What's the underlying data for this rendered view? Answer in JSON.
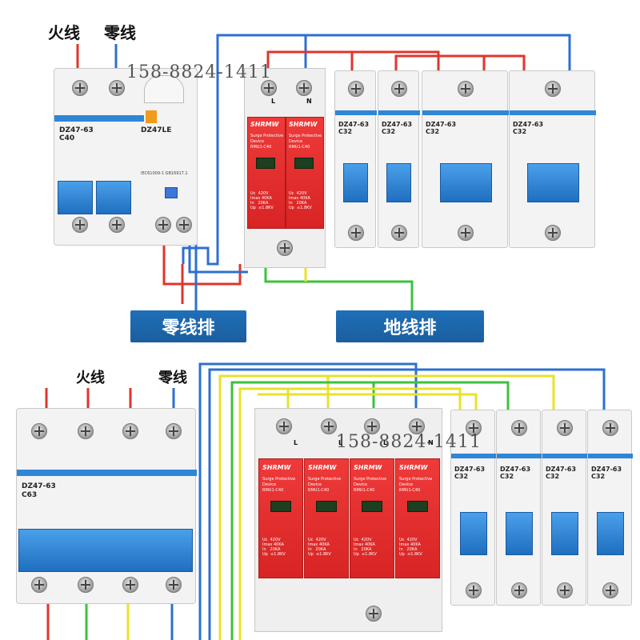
{
  "top": {
    "labels": {
      "live": "火线",
      "neutral": "零线"
    },
    "rcbo": {
      "model": "DZ47-63",
      "rating": "C40",
      "brand": "DZ47LE",
      "std": "IEC61009-1 GB16917.1"
    },
    "spd": {
      "pole_labels": [
        "L",
        "N"
      ],
      "brand": "SHRMW",
      "desc1": "Surge Protective",
      "desc2": "Device",
      "model": "RMU1-C40",
      "specs": "Uc  420V\nImax 40KA\nIn   20KA\nUp  ≤1.8KV"
    },
    "breakers": [
      {
        "model": "DZ47-63",
        "rating": "C32"
      },
      {
        "model": "DZ47-63",
        "rating": "C32"
      },
      {
        "model": "DZ47-63",
        "rating": "C32"
      },
      {
        "model": "DZ47-63",
        "rating": "C32"
      }
    ],
    "bus_labels": {
      "neutral_bar": "零线排",
      "ground_bar": "地线排"
    }
  },
  "bottom": {
    "labels": {
      "live": "火线",
      "neutral": "零线"
    },
    "main_breaker": {
      "model": "DZ47-63",
      "rating": "C63"
    },
    "spd": {
      "pole_labels": [
        "L",
        "L",
        "L",
        "N"
      ],
      "brand": "SHRMW",
      "desc1": "Surge Protective",
      "desc2": "Device",
      "model": "RMU1-C40",
      "specs": "Uc  420V\nImax 40KA\nIn   20KA\nUp  ≤1.8KV"
    },
    "breakers": [
      {
        "model": "DZ47-63",
        "rating": "C32"
      },
      {
        "model": "DZ47-63",
        "rating": "C32"
      },
      {
        "model": "DZ47-63",
        "rating": "C32"
      },
      {
        "model": "DZ47-63",
        "rating": "C32"
      }
    ]
  },
  "watermark": "158-8824-1411",
  "colors": {
    "live": "#e0342c",
    "neutral": "#2d6fd0",
    "ground_yellow": "#e8e22a",
    "ground_green": "#3cc23a",
    "bar_blue": "#1f6fb8"
  }
}
